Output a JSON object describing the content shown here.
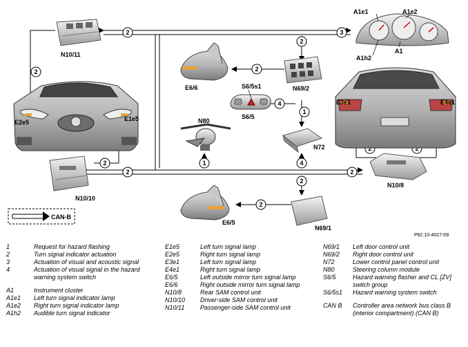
{
  "diagram": {
    "components": {
      "n10_11": "N10/11",
      "a1e1": "A1e1",
      "a1e2": "A1e2",
      "a1h2": "A1h2",
      "a1": "A1",
      "e6_6": "E6/6",
      "n69_2": "N69/2",
      "s6_5s1": "S6/5s1",
      "s6_5": "S6/5",
      "e2e5": "E2e5",
      "e1e5": "E1e5",
      "e3e1": "E3e1",
      "e4e1": "E4e1",
      "n80": "N80",
      "n72": "N72",
      "n10_10": "N10/10",
      "n10_8": "N10/8",
      "e6_5": "E6/5",
      "n69_1": "N69/1"
    },
    "bus_label": "CAN-B",
    "figure_id": "P82.10-4027-09",
    "markers": [
      "1",
      "2",
      "3",
      "4"
    ]
  },
  "legend": {
    "col1_a": [
      {
        "key": "1",
        "text": "Request for hazard flashing"
      },
      {
        "key": "2",
        "text": "Turn signal indicator actuation"
      },
      {
        "key": "3",
        "text": "Actuation of visual and acoustic signal"
      },
      {
        "key": "4",
        "text": "Actuation of visual signal in the hazard warning system switch"
      }
    ],
    "col1_b": [
      {
        "key": "A1",
        "text": "Instrument cluster"
      },
      {
        "key": "A1e1",
        "text": "Left turn signal indicator lamp"
      },
      {
        "key": "A1e2",
        "text": "Right turn signal indicator lamp"
      },
      {
        "key": "A1h2",
        "text": "Audible turn signal indicator"
      }
    ],
    "col2": [
      {
        "key": "E1e5",
        "text": "Left turn signal lamp"
      },
      {
        "key": "E2e5",
        "text": "Right turn signal lamp"
      },
      {
        "key": "E3e1",
        "text": "Left turn signal lamp"
      },
      {
        "key": "E4e1",
        "text": "Right turn signal lamp"
      },
      {
        "key": "E6/5",
        "text": "Left outside mirror turn signal lamp"
      },
      {
        "key": "E6/6",
        "text": "Right outside mirror turn signal lamp"
      },
      {
        "key": "N10/8",
        "text": "Rear SAM control unit"
      },
      {
        "key": "N10/10",
        "text": "Driver-side SAM control unit"
      },
      {
        "key": "N10/11",
        "text": "Passenger-side SAM control unit"
      }
    ],
    "col3_a": [
      {
        "key": "N69/1",
        "text": "Left door control unit"
      },
      {
        "key": "N69/2",
        "text": "Right door control unit"
      },
      {
        "key": "N72",
        "text": "Lower control panel control unit"
      },
      {
        "key": "N80",
        "text": "Steering column module"
      },
      {
        "key": "S6/5",
        "text": "Hazard warning flasher and CL [ZV] switch group"
      },
      {
        "key": "S6/5s1",
        "text": "Hazard warning system switch"
      }
    ],
    "col3_b": [
      {
        "key": "CAN B",
        "text": "Controller area network bus class B (interior compartment) (CAN B)"
      }
    ]
  }
}
